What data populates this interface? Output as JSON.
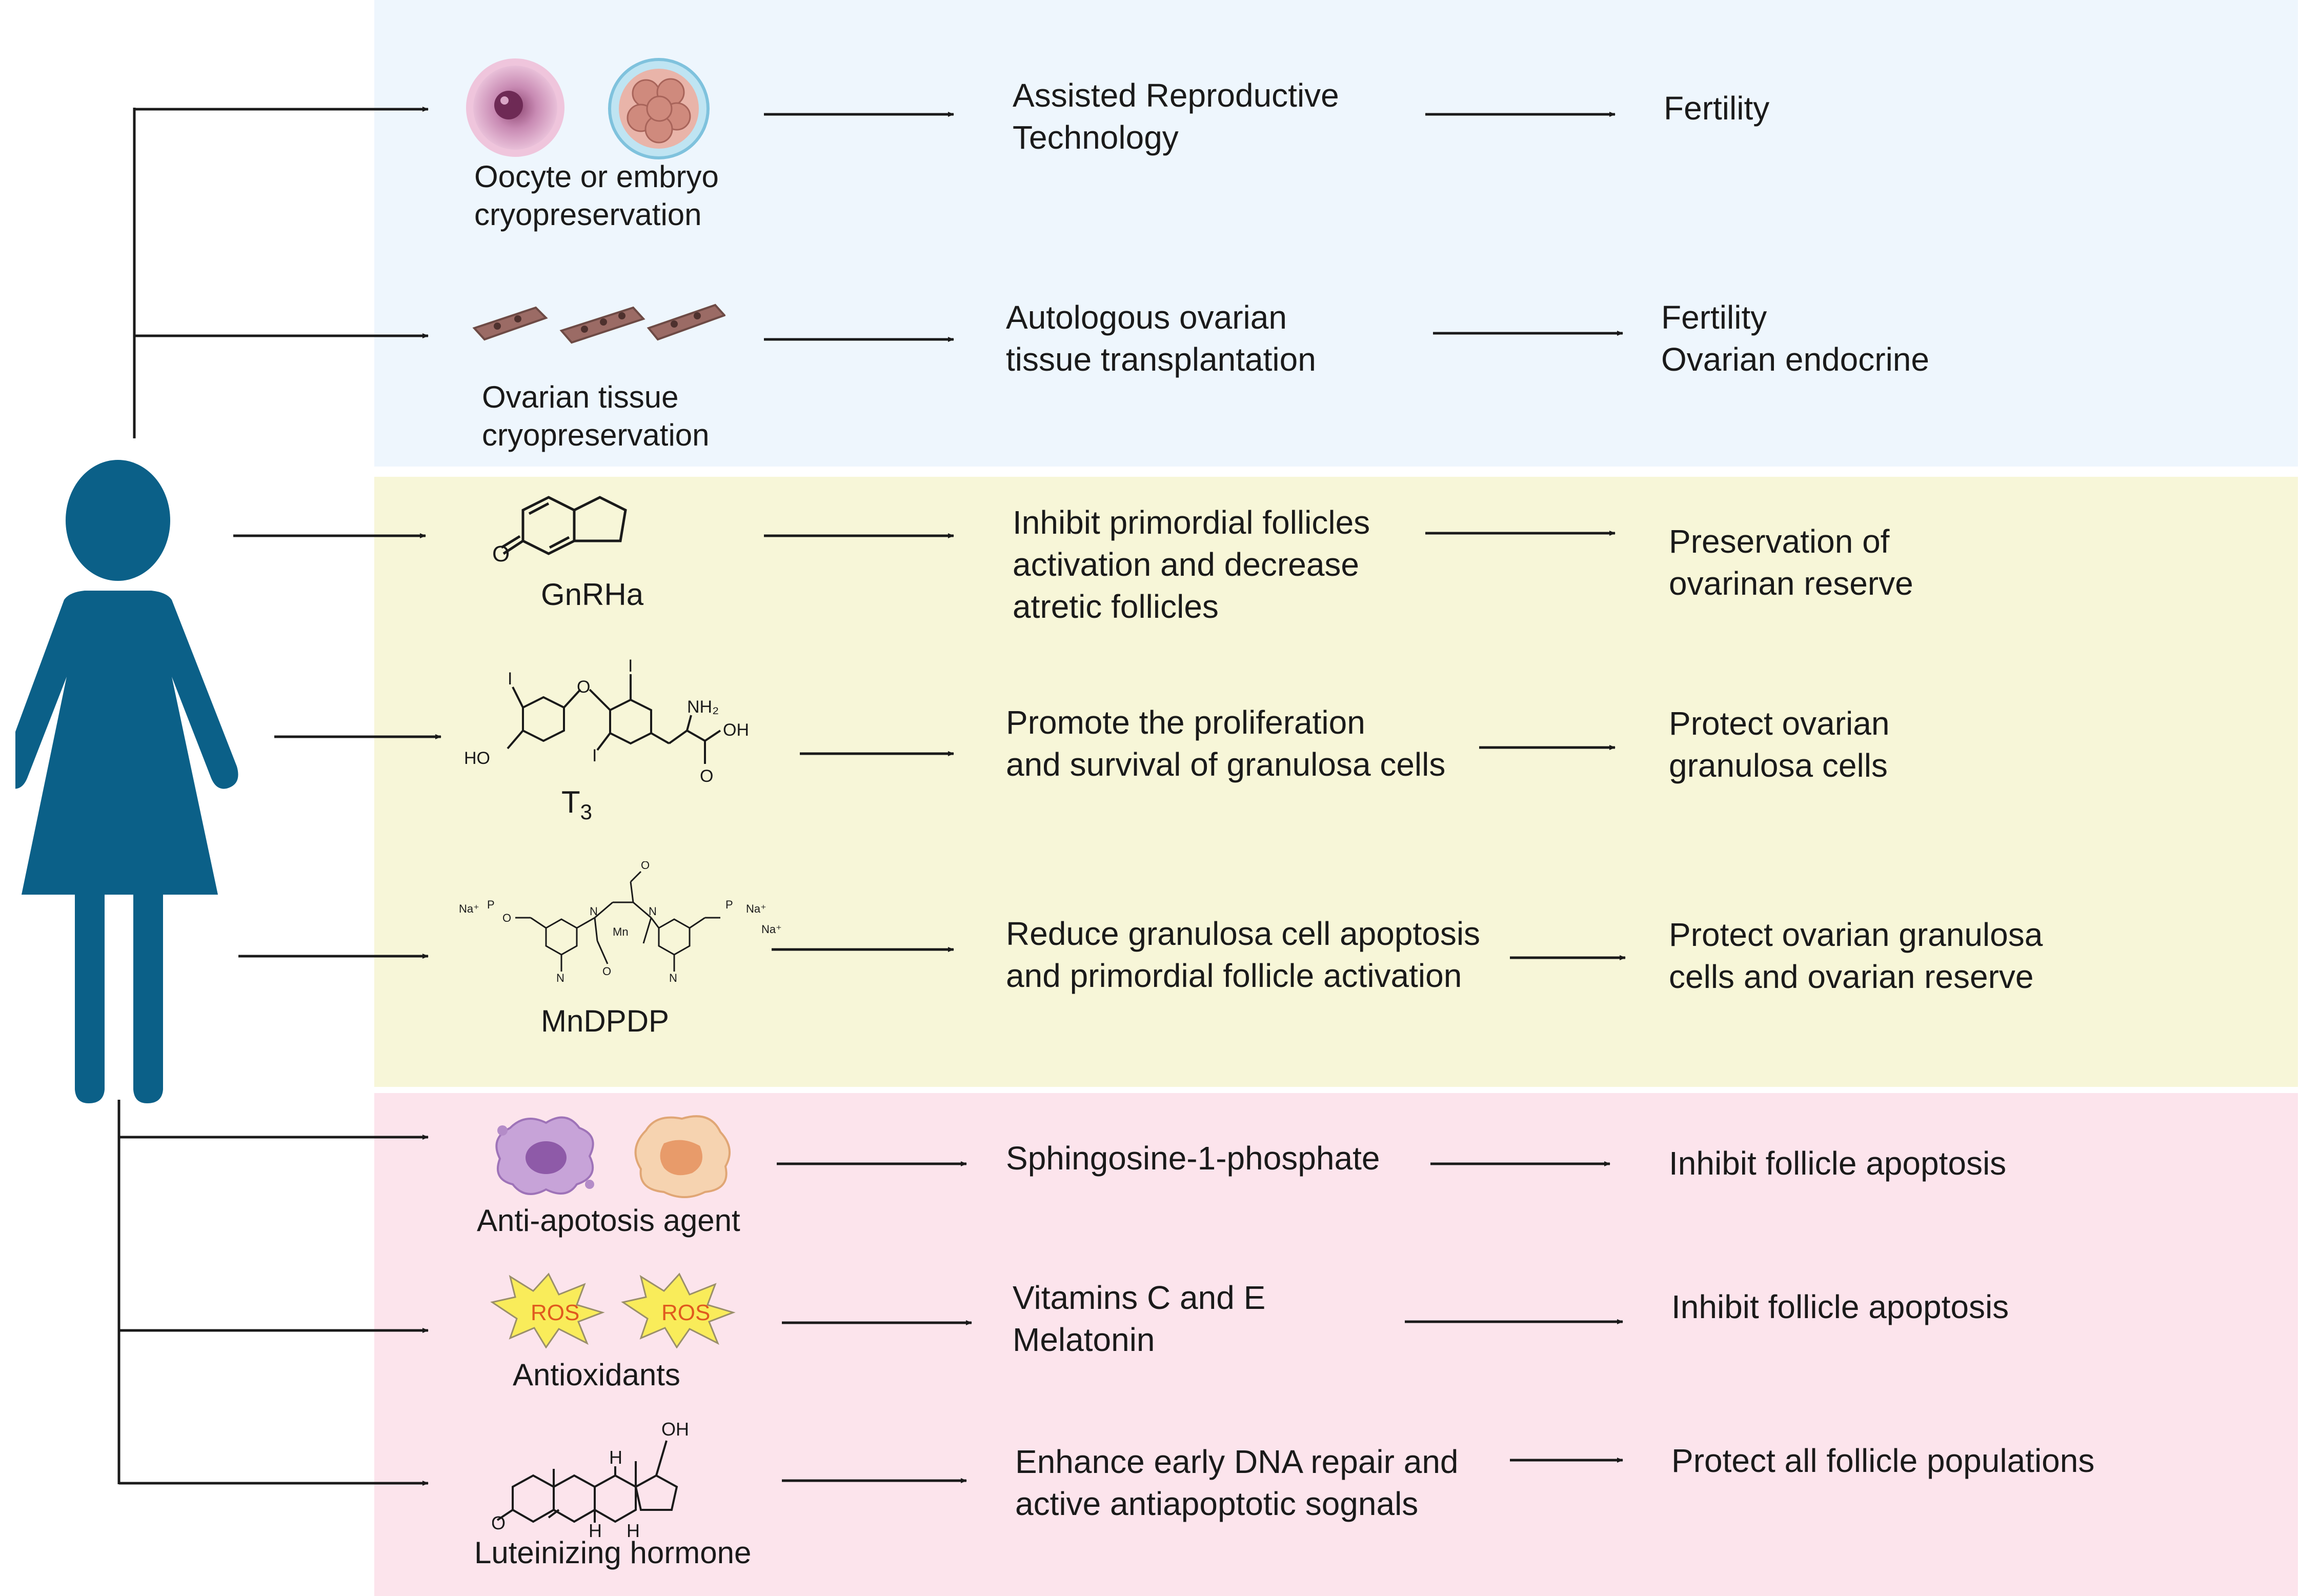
{
  "colors": {
    "panel_blue": "#eef6fd",
    "panel_yellow": "#f7f6d8",
    "panel_pink": "#fce4ec",
    "figure": "#0b6088",
    "arrow": "#1a1a1a"
  },
  "icons": {
    "woman": "woman-figure-icon",
    "oocyte": "oocyte-cell-icon",
    "embryo": "embryo-cell-icon",
    "tissue": "ovarian-tissue-strip-icon",
    "gnrha": "gnrha-structure-icon",
    "t3": "t3-structure-icon",
    "mndpdp": "mndpdp-structure-icon",
    "apoptosis": "apoptotic-cell-icon",
    "ros": "ros-burst-icon",
    "lh": "steroid-structure-icon"
  },
  "rows": [
    {
      "agent": "Oocyte or embryo\ncryopreservation",
      "mechanism": "Assisted Reproductive\nTechnology",
      "outcome": "Fertility"
    },
    {
      "agent": "Ovarian tissue\ncryopreservation",
      "mechanism": "Autologous ovarian\ntissue transplantation",
      "outcome": "Fertility\nOvarian endocrine"
    },
    {
      "agent": "GnRHa",
      "mechanism": "Inhibit  primordial follicles\nactivation and decrease\natretic follicles",
      "outcome": "Preservation of\novarinan reserve"
    },
    {
      "agent": "T",
      "agent_sub": "3",
      "mechanism": "Promote the  proliferation\nand survival of granulosa cells",
      "outcome": "Protect ovarian\ngranulosa cells"
    },
    {
      "agent": "MnDPDP",
      "mechanism": "Reduce granulosa cell apoptosis\nand primordial follicle activation",
      "outcome": "Protect ovarian granulosa\ncells and ovarian reserve"
    },
    {
      "agent": "Anti-apotosis agent",
      "mechanism": "Sphingosine-1-phosphate",
      "outcome": "Inhibit follicle apoptosis"
    },
    {
      "agent": "Antioxidants",
      "mechanism": "Vitamins C and E\nMelatonin",
      "outcome": "Inhibit follicle apoptosis"
    },
    {
      "agent": "Luteinizing hormone",
      "mechanism": "Enhance early DNA repair and\nactive antiapoptotic sognals",
      "outcome": "Protect all follicle populations"
    }
  ],
  "labels": {
    "ros": "ROS",
    "gnrha_o": "O",
    "t3_i": "I",
    "t3_o": "O",
    "t3_nh2": "NH₂",
    "t3_ho": "HO",
    "t3_oh": "OH",
    "mn_na": "Na⁺",
    "mn_p": "P",
    "mn_o": "O",
    "mn_n": "N",
    "mn_mn": "Mn",
    "lh_oh": "OH",
    "lh_h": "H",
    "lh_o": "O"
  }
}
